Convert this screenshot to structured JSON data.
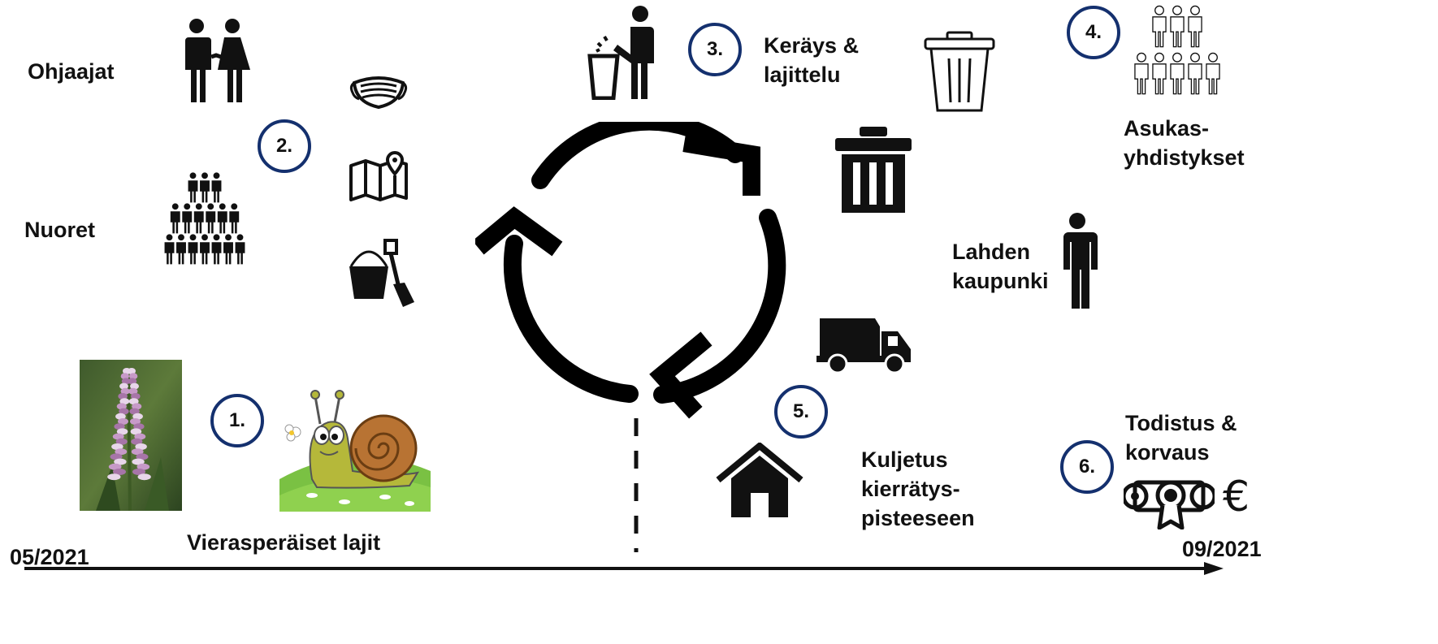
{
  "groups": {
    "ohjaajat": "Ohjaajat",
    "nuoret": "Nuoret",
    "asukasyhdistykset_line1": "Asukas-",
    "asukasyhdistykset_line2": "yhdistykset",
    "lahden_line1": "Lahden",
    "lahden_line2": "kaupunki"
  },
  "steps": {
    "s1": "1.",
    "s2": "2.",
    "s3": "3.",
    "s4": "4.",
    "s5": "5.",
    "s6": "6."
  },
  "labels": {
    "kerays_line1": "Keräys &",
    "kerays_line2": "lajittelu",
    "kuljetus_line1": "Kuljetus",
    "kuljetus_line2": "kierrätys-",
    "kuljetus_line3": "pisteeseen",
    "todistus_line1": "Todistus &",
    "todistus_line2": "korvaus",
    "vieras": "Vierasperäiset lajit",
    "euro": "€"
  },
  "timeline": {
    "start": "05/2021",
    "end": "09/2021"
  },
  "icons": [
    "couple-icon",
    "face-mask-icon",
    "map-icon",
    "bucket-shovel-icon",
    "crowd-icon",
    "person-trash-icon",
    "trash-can-outline-icon",
    "trash-can-icon",
    "person-icon",
    "truck-icon",
    "house-icon",
    "diploma-icon",
    "cycle-arrows-icon",
    "lupine-photo",
    "snail-illustration"
  ]
}
